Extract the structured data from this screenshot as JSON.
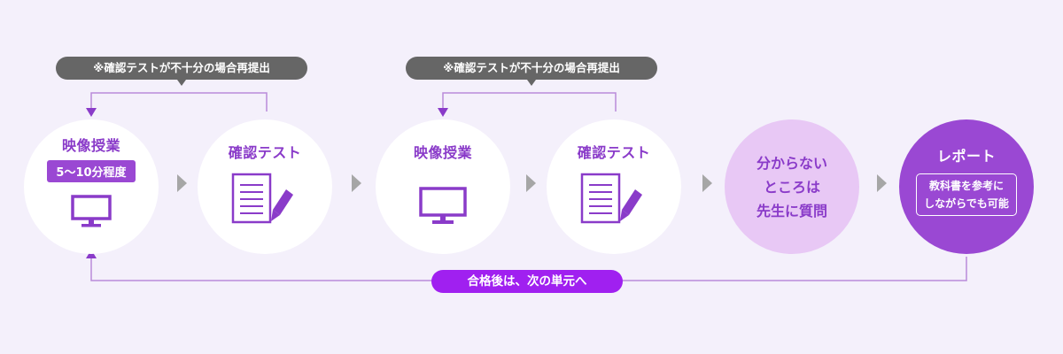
{
  "loop_notes": {
    "first": "※確認テストが不十分の場合再提出",
    "second": "※確認テストが不十分の場合再提出"
  },
  "steps": [
    {
      "title": "映像授業",
      "badge": "5～10分程度",
      "icon": "monitor-icon"
    },
    {
      "title": "確認テスト",
      "icon": "test-paper-pencil-icon"
    },
    {
      "title": "映像授業",
      "icon": "monitor-icon"
    },
    {
      "title": "確認テスト",
      "icon": "test-paper-pencil-icon"
    },
    {
      "lines": [
        "分からない",
        "ところは",
        "先生に質問"
      ]
    },
    {
      "title": "レポート",
      "note_lines": [
        "教科書を参考に",
        "しながらでも可能"
      ]
    }
  ],
  "next_unit": "合格後は、次の単元へ",
  "colors": {
    "background": "#f4f0fb",
    "accent_purple": "#8a3bc9",
    "dark_purple": "#9a48d3",
    "light_purple": "#e8c8f5",
    "pill_purple": "#a020f0",
    "gray_arrow": "#a6a6a6",
    "note_gray": "#666666",
    "line_purple": "#b98ad9"
  }
}
